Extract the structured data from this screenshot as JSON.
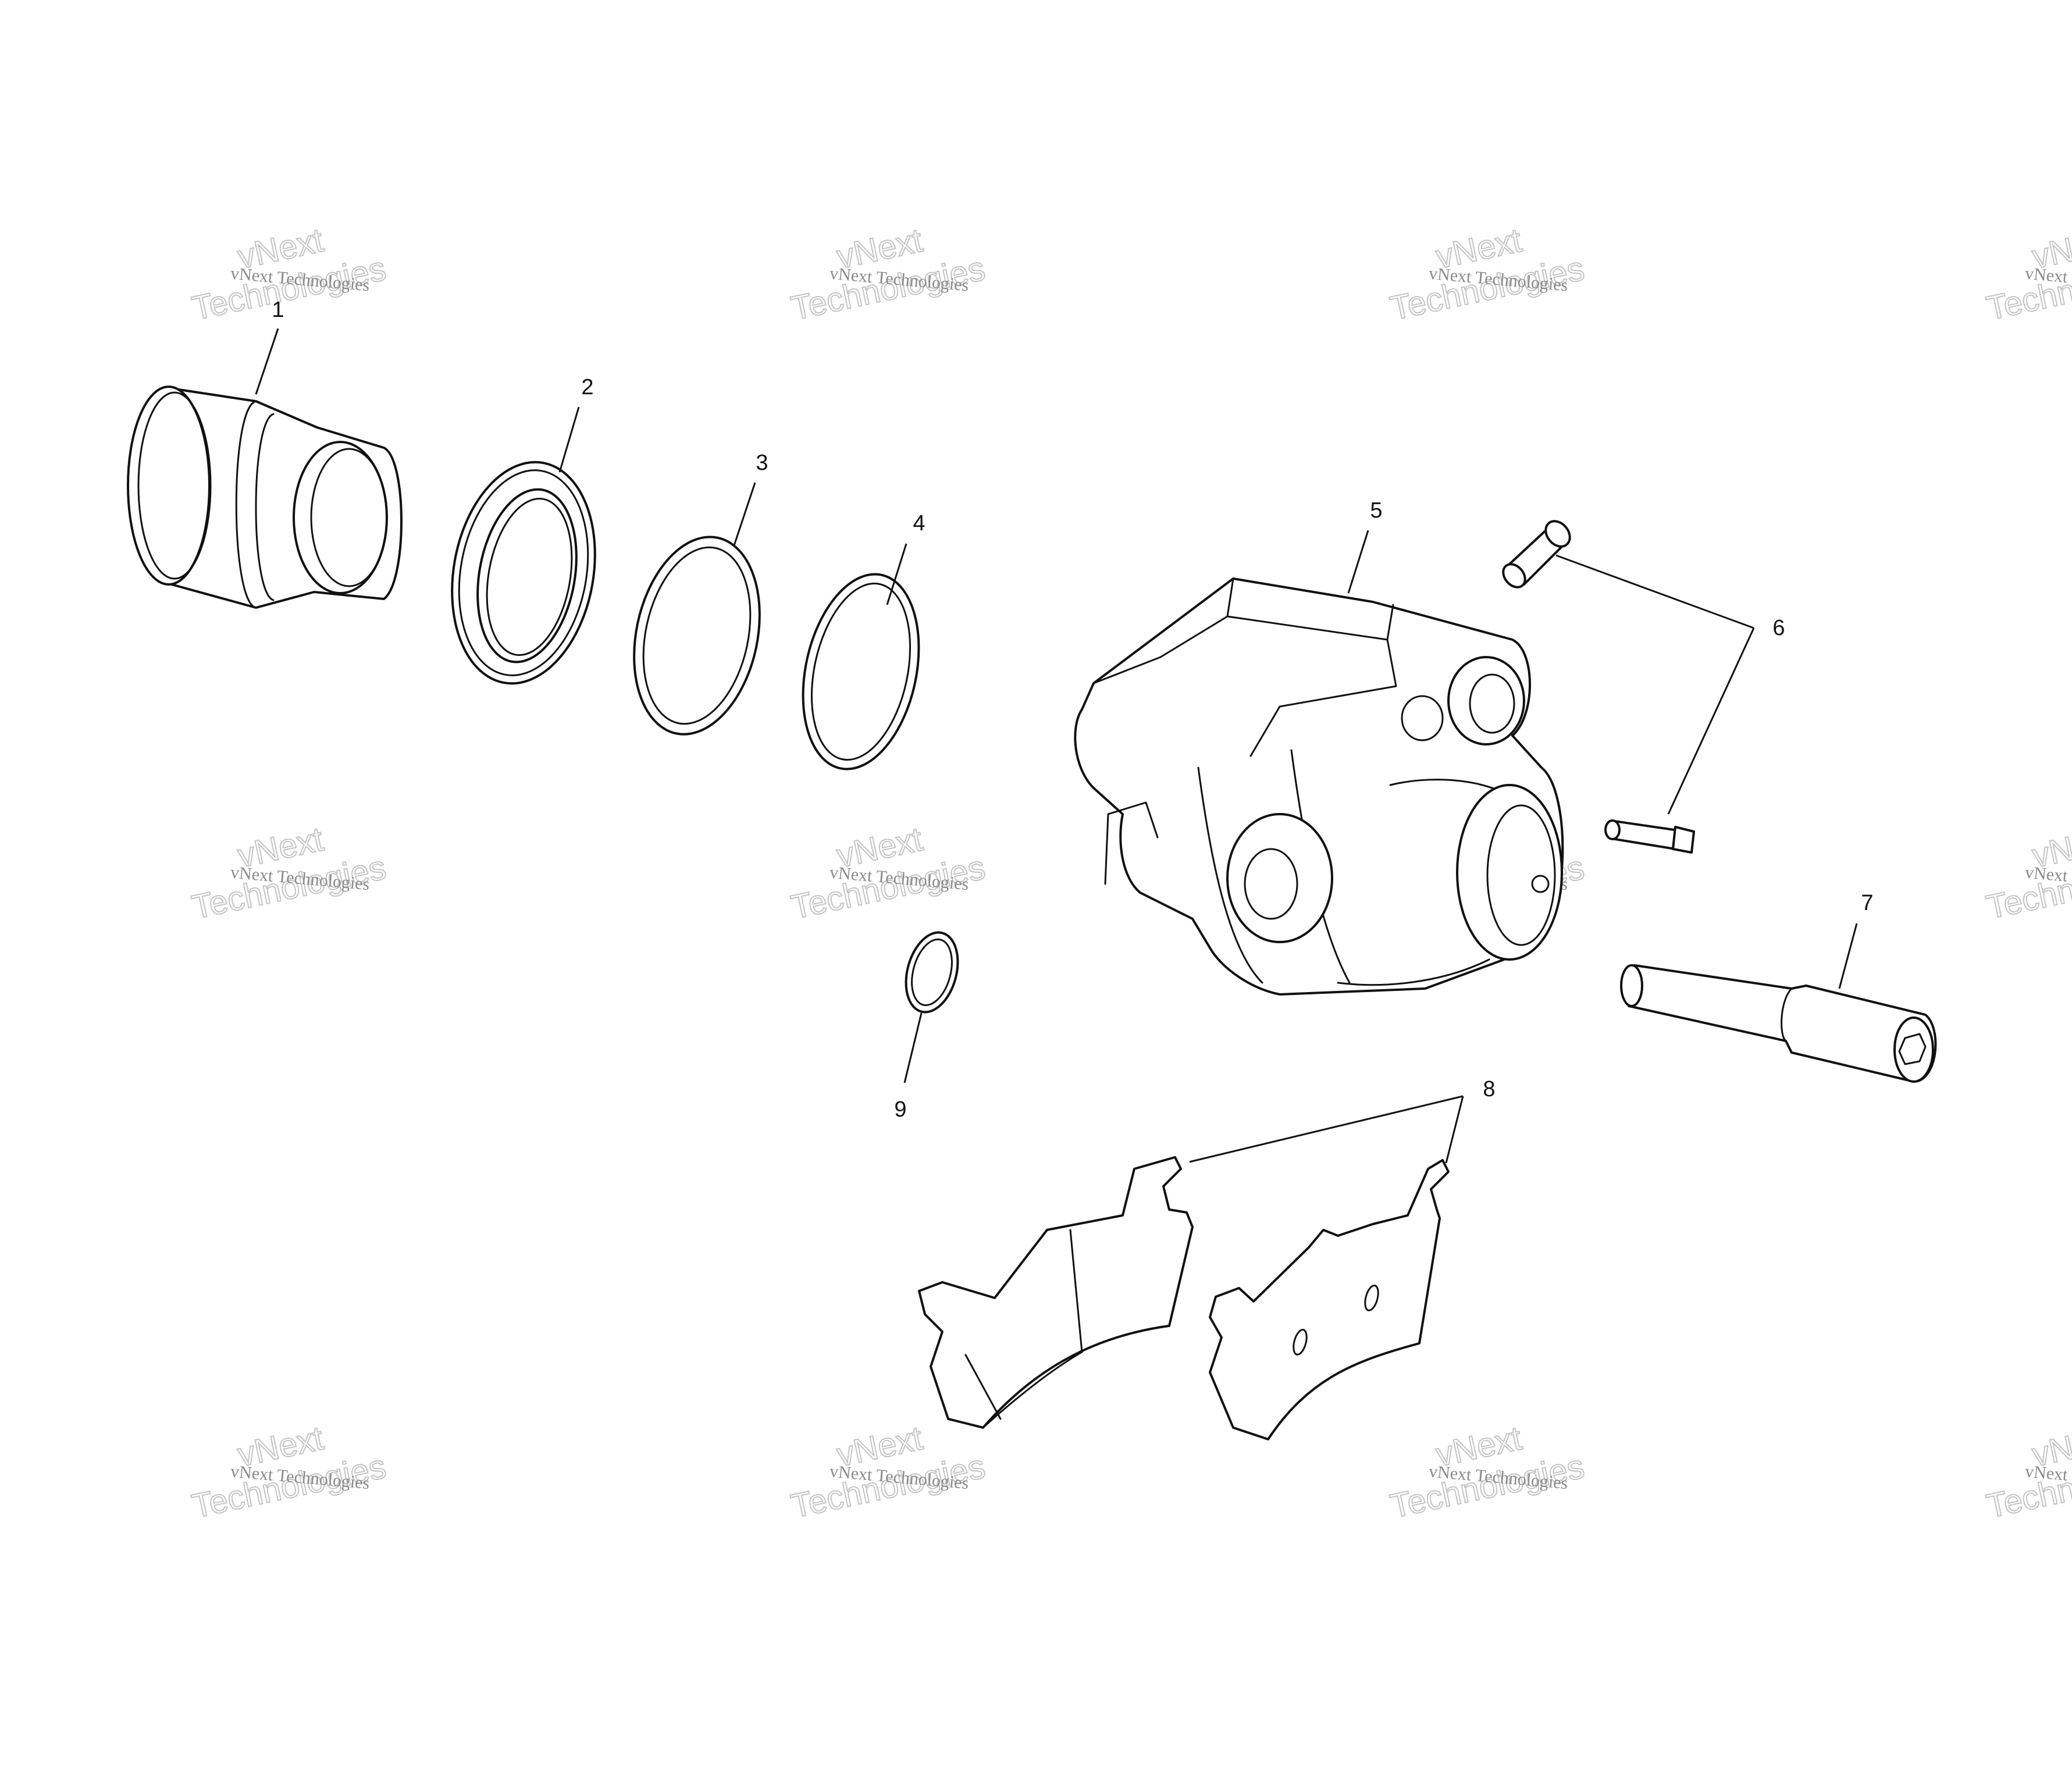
{
  "callouts": [
    "1",
    "2",
    "3",
    "4",
    "5",
    "6",
    "7",
    "8",
    "9"
  ],
  "watermark": {
    "line1": "vNext",
    "line2": "Technologies",
    "caption": "vNext Technologies"
  },
  "colors": {
    "ink": "#111111",
    "watermark": "#c4c4c4"
  }
}
